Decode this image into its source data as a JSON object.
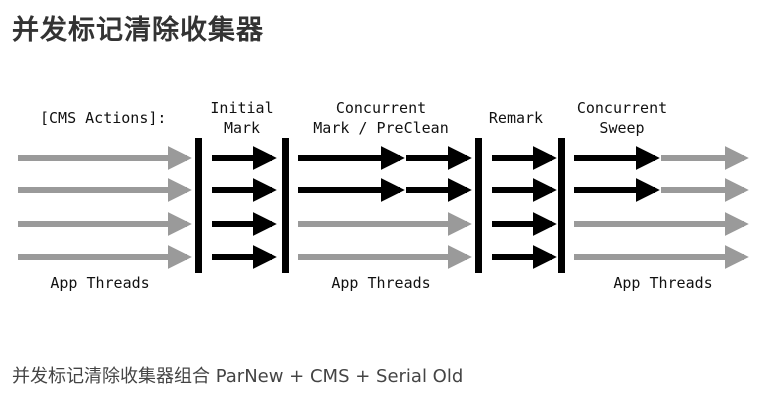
{
  "title": "并发标记清除收集器",
  "caption": "并发标记清除收集器组合 ParNew + CMS + Serial Old",
  "diagram": {
    "actions_label": "[CMS Actions]:",
    "phases": [
      {
        "line1": "Initial",
        "line2": "Mark"
      },
      {
        "line1": "Concurrent",
        "line2": "Mark / PreClean"
      },
      {
        "line1": "Remark",
        "line2": ""
      },
      {
        "line1": "Concurrent",
        "line2": "Sweep"
      }
    ],
    "app_threads_label": "App Threads",
    "colors": {
      "gc_thread": "#000000",
      "app_thread": "#9a9a9a",
      "barrier": "#000000"
    }
  }
}
